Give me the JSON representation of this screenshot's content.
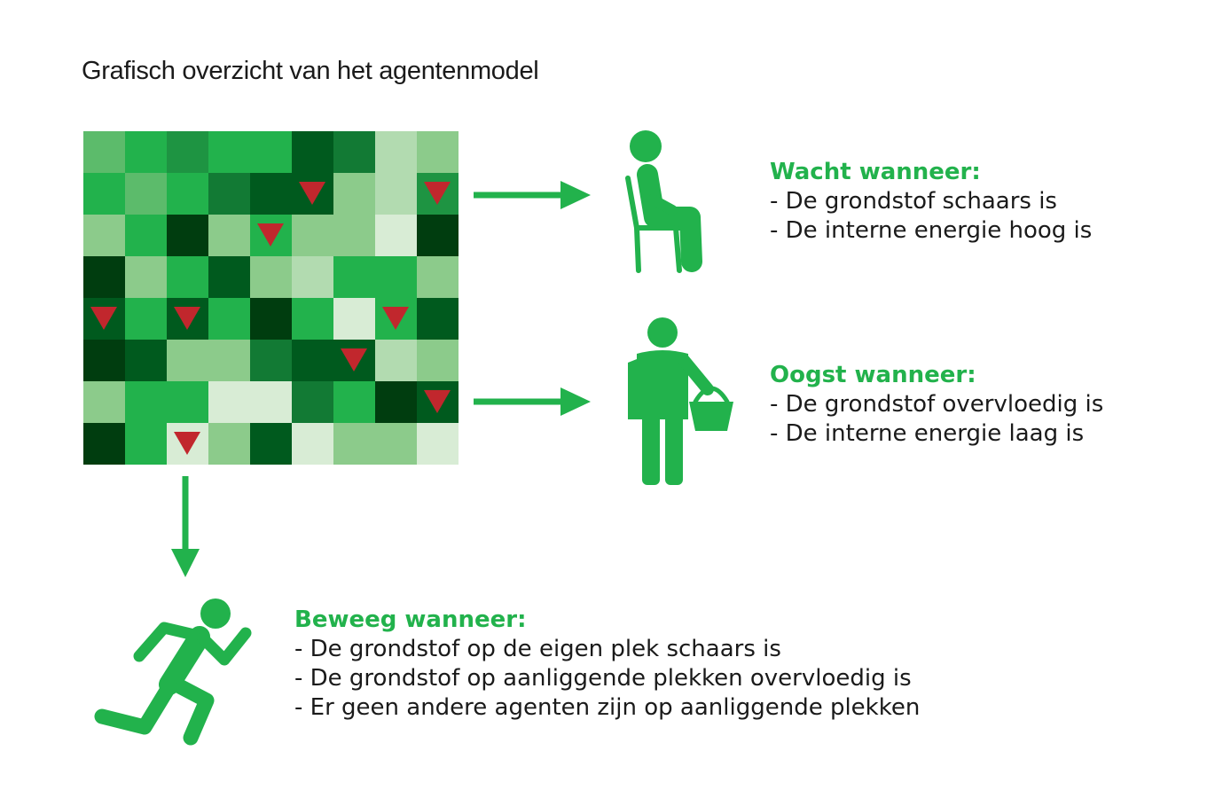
{
  "title": "Grafisch overzicht van het agentenmodel",
  "colors": {
    "accent_green": "#22b24c",
    "agent_marker": "#c1272d",
    "shades": {
      "0": "#003d0f",
      "1": "#005a1e",
      "2": "#127a34",
      "3": "#1e9442",
      "4": "#22b24c",
      "5": "#5cbb6b",
      "6": "#8ccb8b",
      "7": "#b2dbb0",
      "8": "#d8ecd5"
    }
  },
  "grid": {
    "rows": [
      [
        5,
        4,
        3,
        4,
        4,
        1,
        2,
        7,
        6
      ],
      [
        4,
        5,
        4,
        2,
        1,
        1,
        6,
        7,
        3
      ],
      [
        6,
        4,
        0,
        6,
        4,
        6,
        6,
        8,
        0
      ],
      [
        0,
        6,
        4,
        1,
        6,
        7,
        4,
        4,
        6
      ],
      [
        1,
        4,
        1,
        4,
        0,
        4,
        8,
        4,
        1
      ],
      [
        0,
        1,
        6,
        6,
        2,
        1,
        1,
        7,
        6
      ],
      [
        6,
        4,
        4,
        8,
        8,
        2,
        4,
        0,
        1
      ],
      [
        0,
        4,
        8,
        6,
        1,
        8,
        6,
        6,
        8
      ]
    ],
    "agents": [
      [
        1,
        5
      ],
      [
        1,
        8
      ],
      [
        2,
        4
      ],
      [
        4,
        0
      ],
      [
        4,
        2
      ],
      [
        4,
        7
      ],
      [
        5,
        6
      ],
      [
        6,
        8
      ],
      [
        7,
        2
      ]
    ]
  },
  "icons": {
    "wait": "sitting-person-icon",
    "harvest": "person-with-basket-icon",
    "move": "running-person-icon"
  },
  "rules": {
    "wait": {
      "heading": "Wacht wanneer:",
      "lines": [
        "- De grondstof schaars is",
        "- De interne energie hoog is"
      ]
    },
    "harvest": {
      "heading": "Oogst wanneer:",
      "lines": [
        "- De grondstof overvloedig is",
        "- De interne energie laag is"
      ]
    },
    "move": {
      "heading": "Beweeg wanneer:",
      "lines": [
        "- De grondstof op de eigen plek schaars is",
        "- De grondstof op aanliggende plekken overvloedig is",
        "- Er geen andere agenten zijn op aanliggende plekken"
      ]
    }
  }
}
